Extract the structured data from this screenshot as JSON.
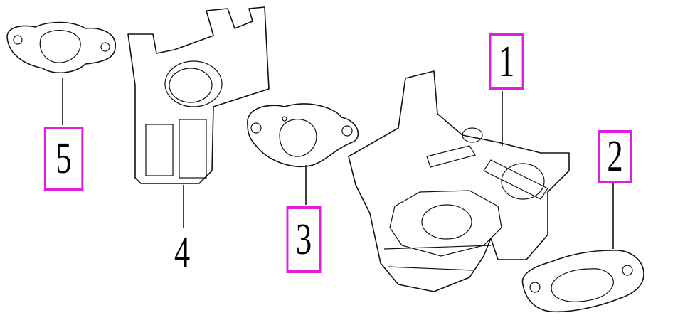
{
  "diagram": {
    "callouts": [
      {
        "number": "1",
        "part": "carburetor"
      },
      {
        "number": "2",
        "part": "gasket-carburetor-rear"
      },
      {
        "number": "3",
        "part": "gasket-carburetor-front"
      },
      {
        "number": "4",
        "part": "bracket"
      },
      {
        "number": "5",
        "part": "gasket-insulator"
      }
    ],
    "highlight_color": "#e01ee0"
  }
}
